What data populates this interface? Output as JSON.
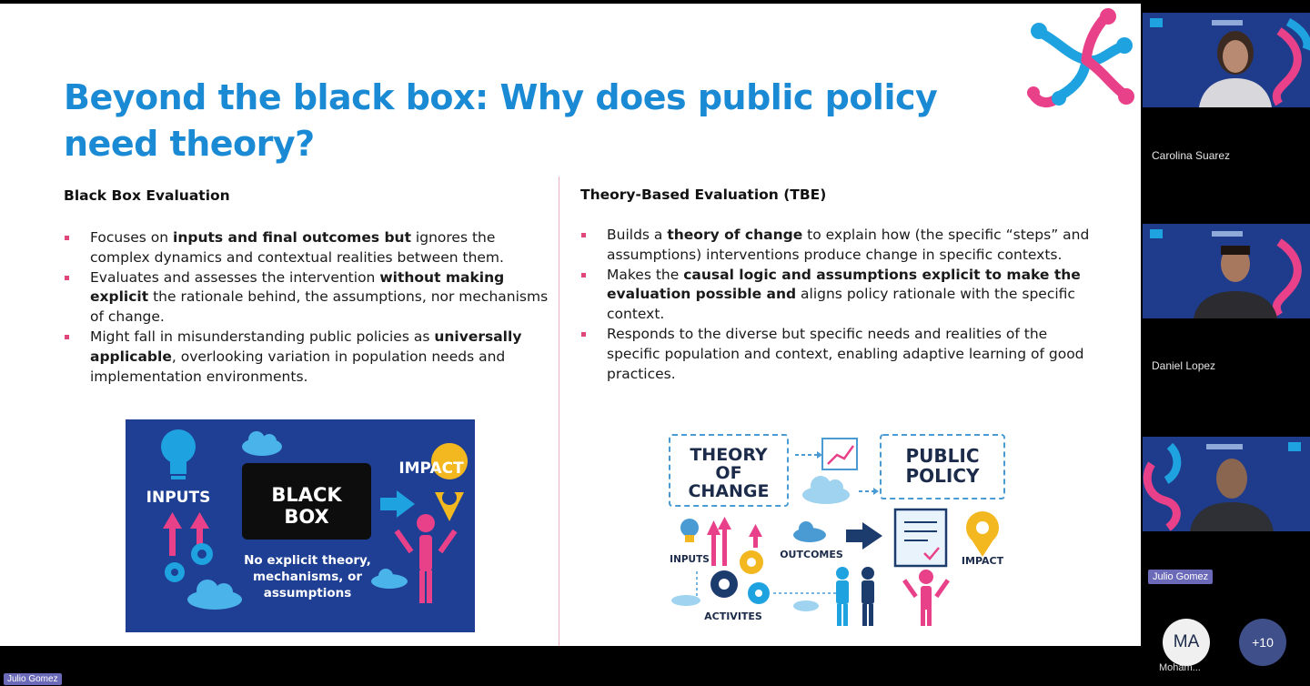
{
  "slide": {
    "title": "Beyond the black box: Why does public policy need theory?",
    "left": {
      "heading": "Black Box Evaluation",
      "bullets": [
        {
          "parts": [
            [
              "Focuses on ",
              false
            ],
            [
              "inputs and final outcomes but",
              true
            ],
            [
              " ignores the complex dynamics and contextual realities between them.",
              false
            ]
          ]
        },
        {
          "parts": [
            [
              "Evaluates and assesses the intervention ",
              false
            ],
            [
              "without making explicit",
              true
            ],
            [
              " the rationale behind, the assumptions, nor mechanisms of change.",
              false
            ]
          ]
        },
        {
          "parts": [
            [
              " Might fall in misunderstanding public policies as ",
              false
            ],
            [
              "universally applicable",
              true
            ],
            [
              ", overlooking variation in population needs and implementation environments.",
              false
            ]
          ]
        }
      ],
      "illustration": {
        "inputs_label": "INPUTS",
        "box_label_1": "BLACK",
        "box_label_2": "BOX",
        "impact_label": "IMPACT",
        "caption_1": "No explicit theory,",
        "caption_2": "mechanisms, or",
        "caption_3": "assumptions"
      }
    },
    "right": {
      "heading": "Theory-Based Evaluation (TBE)",
      "bullets": [
        {
          "parts": [
            [
              "Builds a ",
              false
            ],
            [
              "theory of change",
              true
            ],
            [
              " to explain how (the specific “steps” and assumptions) interventions produce change in specific contexts.",
              false
            ]
          ]
        },
        {
          "parts": [
            [
              "Makes the ",
              false
            ],
            [
              "causal logic and assumptions explicit to make the evaluation possible and",
              true
            ],
            [
              " aligns policy rationale with the specific context.",
              false
            ]
          ]
        },
        {
          "parts": [
            [
              "Responds to the diverse but specific needs and realities of the specific population and context, enabling adaptive learning  of good practices.",
              false
            ]
          ]
        }
      ],
      "illustration": {
        "toc_1": "THEORY",
        "toc_2": "OF",
        "toc_3": "CHANGE",
        "pp_1": "PUBLIC",
        "pp_2": "POLICY",
        "inputs_label": "INPUTS",
        "outcomes_label": "OUTCOMES",
        "impact_label": "IMPACT",
        "activities_label": "ACTIVITES"
      }
    }
  },
  "participants": {
    "tiles": [
      {
        "name": "Carolina Suarez"
      },
      {
        "name": "Daniel  Lopez"
      },
      {
        "name": "Julio Gomez"
      }
    ],
    "avatar_initials": "MA",
    "avatar_name": "Moham...",
    "more_count": "+10"
  },
  "presenter_tag": "Julio Gomez",
  "colors": {
    "title_blue": "#1a8ad4",
    "bullet_pink": "#e0457b",
    "navy": "#1e3f93",
    "tag_purple": "#6b6ab8"
  }
}
